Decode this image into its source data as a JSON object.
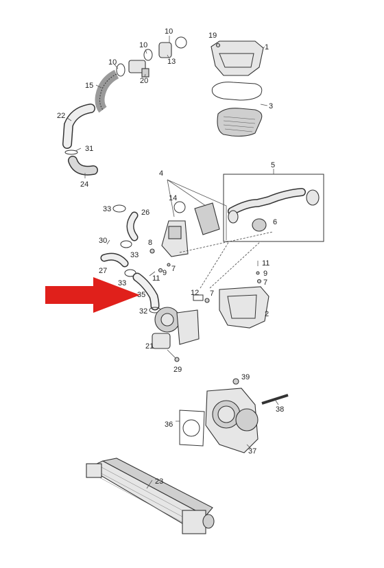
{
  "part_labels": {
    "p1": "1",
    "p2": "2",
    "p3": "3",
    "p4": "4",
    "p5": "5",
    "p6": "6",
    "p7a": "7",
    "p7b": "7",
    "p7c": "7",
    "p8": "8",
    "p9a": "9",
    "p9b": "9",
    "p10a": "10",
    "p10b": "10",
    "p10c": "10",
    "p11a": "11",
    "p11b": "11",
    "p12": "12",
    "p13": "13",
    "p14": "14",
    "p15": "15",
    "p19": "19",
    "p20": "20",
    "p21": "21",
    "p22": "22",
    "p23": "23",
    "p24": "24",
    "p26": "26",
    "p27": "27",
    "p29": "29",
    "p30": "30",
    "p31": "31",
    "p32": "32",
    "p33a": "33",
    "p33b": "33",
    "p33c": "33",
    "p36": "36",
    "p37": "37",
    "p38": "38",
    "p39": "39",
    "p35": "35"
  },
  "highlight": {
    "arrow_color": "#e0201b",
    "pointer": "red-arrow"
  }
}
